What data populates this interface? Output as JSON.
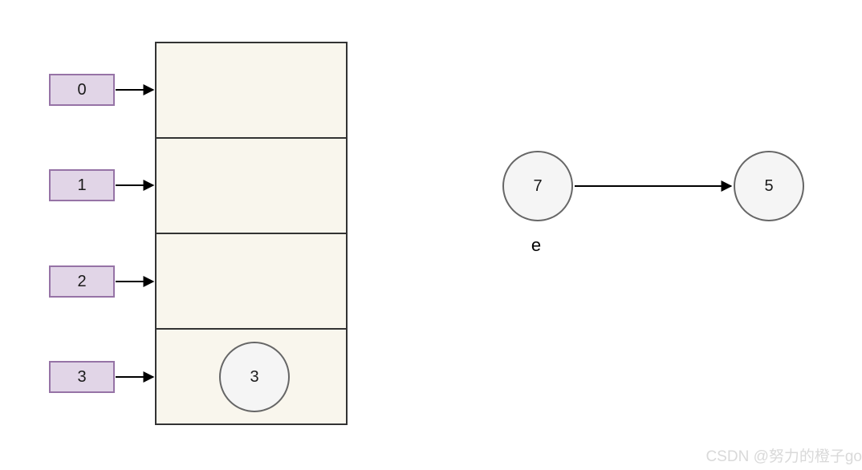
{
  "diagram": {
    "hash_table": {
      "index_labels": [
        "0",
        "1",
        "2",
        "3"
      ],
      "bucket_count": 4,
      "entry": {
        "label": "3",
        "bucket_index": 3
      }
    },
    "linked_list": {
      "nodes": [
        {
          "label": "7"
        },
        {
          "label": "5"
        }
      ],
      "edge_label": "e"
    },
    "colors": {
      "index_box_fill": "#e1d5e7",
      "index_box_border": "#9673a6",
      "bucket_fill": "#f9f6ed",
      "bucket_border": "#333333",
      "node_fill": "#f5f5f5",
      "node_border": "#666666",
      "arrow": "#000000",
      "watermark": "#d9d9d9"
    }
  },
  "watermark": {
    "text": "CSDN @努力的橙子go"
  }
}
